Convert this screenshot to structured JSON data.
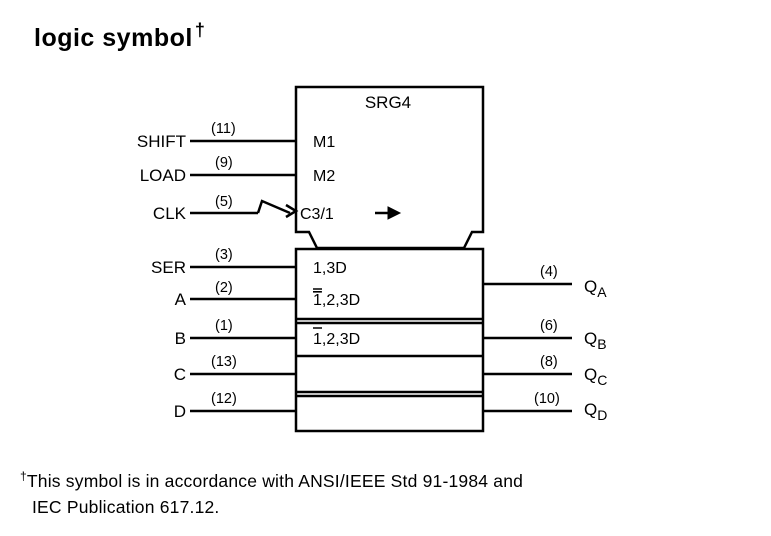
{
  "title": "logic symbol",
  "title_mark": "†",
  "block_name": "SRG4",
  "inputs": [
    {
      "name": "SHIFT",
      "pin": "(11)",
      "annotation": "M1"
    },
    {
      "name": "LOAD",
      "pin": "(9)",
      "annotation": "M2"
    },
    {
      "name": "CLK",
      "pin": "(5)",
      "annotation": "C3/1"
    },
    {
      "name": "SER",
      "pin": "(3)",
      "annotation": "1,3D"
    },
    {
      "name": "A",
      "pin": "(2)",
      "annotation_bar": "1",
      "annotation_rest": ",2,3D"
    },
    {
      "name": "B",
      "pin": "(1)",
      "annotation_bar": "1",
      "annotation_rest": ",2,3D"
    },
    {
      "name": "C",
      "pin": "(13)"
    },
    {
      "name": "D",
      "pin": "(12)"
    }
  ],
  "outputs": [
    {
      "name": "Q",
      "sub": "A",
      "pin": "(4)"
    },
    {
      "name": "Q",
      "sub": "B",
      "pin": "(6)"
    },
    {
      "name": "Q",
      "sub": "C",
      "pin": "(8)"
    },
    {
      "name": "Q",
      "sub": "D",
      "pin": "(10)"
    }
  ],
  "footnote": {
    "mark": "†",
    "line1": "This symbol is in accordance with ANSI/IEEE Std 91-1984 and",
    "line2": "IEC Publication 617.12."
  }
}
